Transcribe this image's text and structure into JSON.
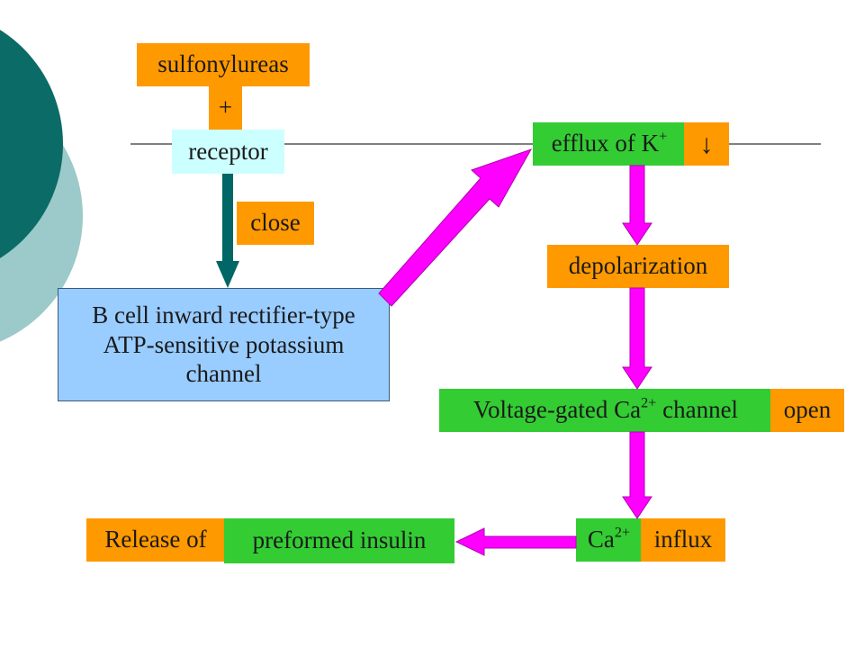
{
  "colors": {
    "orange": "#ff9900",
    "green": "#33cc33",
    "cyan": "#ccffff",
    "light_blue": "#99ccff",
    "arrow_magenta": "#ff00ff",
    "arrow_teal": "#006666",
    "decor_dark_teal": "#0b6b66",
    "decor_light_teal": "#9cc9c9"
  },
  "labels": {
    "sulfonylureas": "sulfonylureas",
    "plus": "+",
    "receptor": "receptor",
    "close": "close",
    "channel_line1": "B cell inward rectifier-type",
    "channel_line2": "ATP-sensitive potassium",
    "channel_line3": "channel",
    "efflux_prefix": "efflux of K",
    "efflux_sup": "+",
    "efflux_decrease": "↓",
    "depolarization": "depolarization",
    "vgcc_prefix": "Voltage-gated Ca",
    "vgcc_sup": "2+",
    "vgcc_suffix": " channel",
    "open": "open",
    "ca_prefix": "Ca",
    "ca_sup": "2+",
    "influx": "influx",
    "release_of": "Release of",
    "preformed_insulin": "preformed insulin"
  }
}
